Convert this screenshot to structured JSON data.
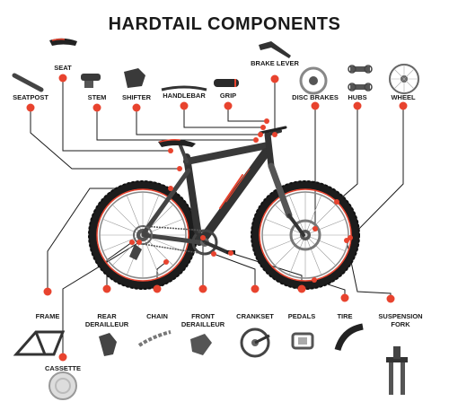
{
  "title": "HARDTAIL COMPONENTS",
  "colors": {
    "accent": "#e8432e",
    "line": "#1a1a1a",
    "frame": "#333333"
  },
  "labels": {
    "seat": "SEAT",
    "seatpost": "SEATPOST",
    "stem": "STEM",
    "shifter": "SHIFTER",
    "handlebar": "HANDLEBAR",
    "grip": "GRIP",
    "brake_lever": "BRAKE LEVER",
    "disc_brakes": "DISC BRAKES",
    "hubs": "HUBS",
    "wheel": "WHEEL",
    "frame": "FRAME",
    "cassette": "CASSETTE",
    "rear_derailleur_1": "REAR",
    "rear_derailleur_2": "DERAILLEUR",
    "chain": "CHAIN",
    "front_derailleur_1": "FRONT",
    "front_derailleur_2": "DERAILLEUR",
    "crankset": "CRANKSET",
    "pedals": "PEDALS",
    "tire": "TIRE",
    "suspension_fork_1": "SUSPENSION",
    "suspension_fork_2": "FORK"
  }
}
